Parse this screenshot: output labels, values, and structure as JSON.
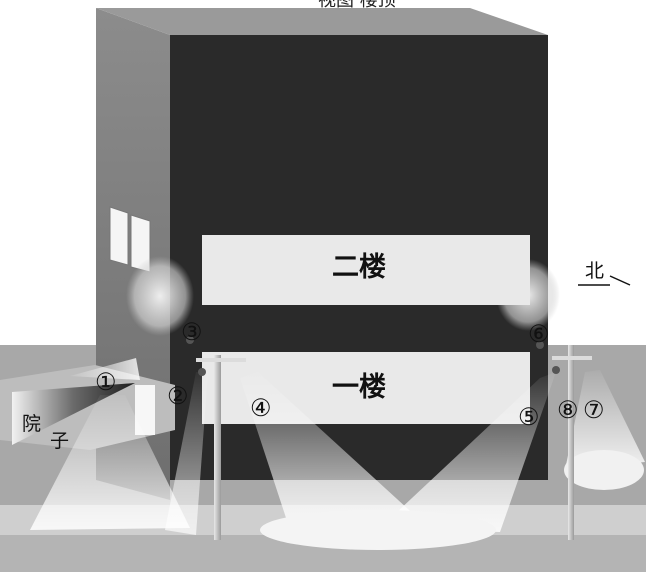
{
  "title": "视图 楼顶",
  "floors": {
    "upper": "二楼",
    "lower": "一楼"
  },
  "yard": {
    "char1": "院",
    "char2": "子"
  },
  "north": "北",
  "lights": [
    "①",
    "②",
    "③",
    "④",
    "⑤",
    "⑥",
    "⑦",
    "⑧"
  ]
}
